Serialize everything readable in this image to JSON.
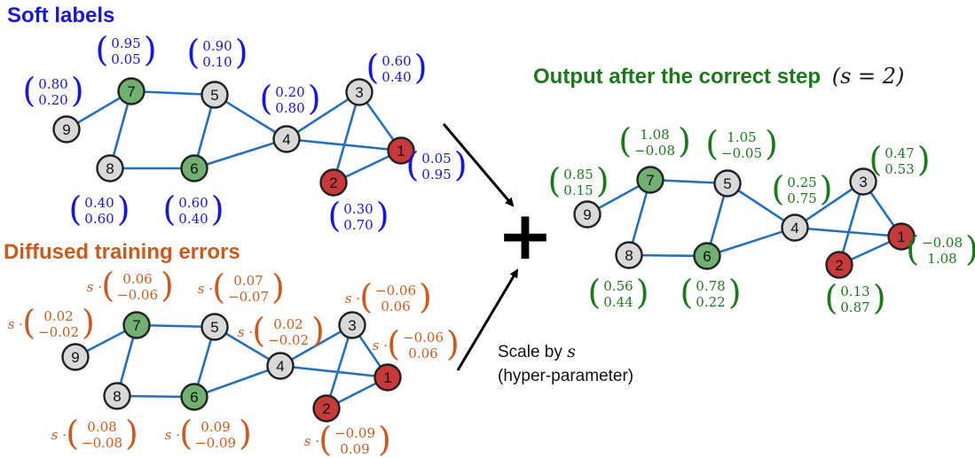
{
  "titles": {
    "soft": "Soft labels",
    "diffused": "Diffused training errors",
    "output": "Output after the correct step",
    "output_math": "(s = 2)"
  },
  "scale_note": {
    "line1": "Scale by",
    "s": "s",
    "line2": "(hyper-parameter)"
  },
  "plus": "+",
  "colors": {
    "soft": "#1515e6",
    "diffused": "#cc5a1e",
    "output": "#1a7a1a",
    "edge": "#2570bb",
    "green_node": "#70b070",
    "red_node": "#c83a3a",
    "gray_node": "#d9d9d9"
  },
  "node_labels": [
    "1",
    "2",
    "3",
    "4",
    "5",
    "6",
    "7",
    "8",
    "9"
  ],
  "edges": [
    [
      9,
      7
    ],
    [
      7,
      5
    ],
    [
      7,
      8
    ],
    [
      5,
      6
    ],
    [
      8,
      6
    ],
    [
      6,
      4
    ],
    [
      5,
      4
    ],
    [
      4,
      3
    ],
    [
      4,
      1
    ],
    [
      3,
      1
    ],
    [
      3,
      2
    ],
    [
      2,
      1
    ]
  ],
  "graphs": [
    {
      "id": "soft",
      "prefix": "",
      "vectors": {
        "1": [
          "0.05",
          "0.95"
        ],
        "2": [
          "0.30",
          "0.70"
        ],
        "3": [
          "0.60",
          "0.40"
        ],
        "4": [
          "0.20",
          "0.80"
        ],
        "5": [
          "0.90",
          "0.10"
        ],
        "6": [
          "0.60",
          "0.40"
        ],
        "7": [
          "0.95",
          "0.05"
        ],
        "8": [
          "0.40",
          "0.60"
        ],
        "9": [
          "0.80",
          "0.20"
        ]
      }
    },
    {
      "id": "diffused",
      "prefix": "s ·",
      "vectors": {
        "1": [
          "−0.06",
          "0.06"
        ],
        "2": [
          "−0.09",
          "0.09"
        ],
        "3": [
          "−0.06",
          "0.06"
        ],
        "4": [
          "0.02",
          "−0.02"
        ],
        "5": [
          "0.07",
          "−0.07"
        ],
        "6": [
          "0.09",
          "−0.09"
        ],
        "7": [
          "0.06",
          "−0.06"
        ],
        "8": [
          "0.08",
          "−0.08"
        ],
        "9": [
          "0.02",
          "−0.02"
        ]
      }
    },
    {
      "id": "output",
      "prefix": "",
      "vectors": {
        "1": [
          "−0.08",
          "1.08"
        ],
        "2": [
          "0.13",
          "0.87"
        ],
        "3": [
          "0.47",
          "0.53"
        ],
        "4": [
          "0.25",
          "0.75"
        ],
        "5": [
          "1.05",
          "−0.05"
        ],
        "6": [
          "0.78",
          "0.22"
        ],
        "7": [
          "1.08",
          "−0.08"
        ],
        "8": [
          "0.56",
          "0.44"
        ],
        "9": [
          "0.85",
          "0.15"
        ]
      }
    }
  ]
}
